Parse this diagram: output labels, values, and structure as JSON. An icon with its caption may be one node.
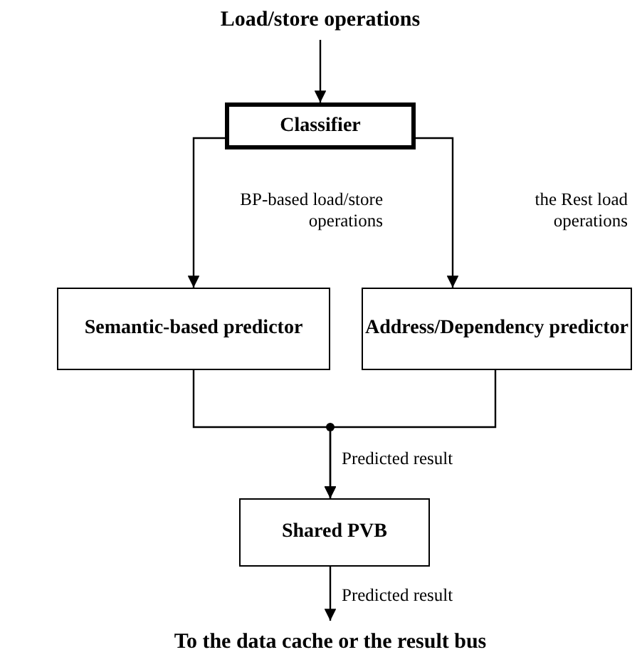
{
  "diagram": {
    "nodes": [
      {
        "text": [
          "Load/store operations"
        ]
      },
      {
        "text": [
          "Classifier"
        ]
      },
      {
        "text": [
          "Semantic-based predictor"
        ]
      },
      {
        "text": [
          "Address/Dependency predictor"
        ]
      },
      {
        "text": [
          "Shared PVB"
        ]
      },
      {
        "text": [
          "To the data cache or the result bus"
        ]
      }
    ],
    "edges": [
      {
        "from": 0,
        "to": 1,
        "arrow": "to"
      },
      {
        "from": 1,
        "to": 2,
        "arrow": "to",
        "label": "BP-based load/store operations"
      },
      {
        "from": 1,
        "to": 3,
        "arrow": "to",
        "label": "the Rest load operations"
      },
      {
        "from": 2,
        "to": 4,
        "arrow": "to",
        "label": "Predicted result"
      },
      {
        "from": 3,
        "to": 4,
        "arrow": "to"
      },
      {
        "from": 4,
        "to": 5,
        "arrow": "to",
        "label": "Predicted result"
      }
    ]
  }
}
